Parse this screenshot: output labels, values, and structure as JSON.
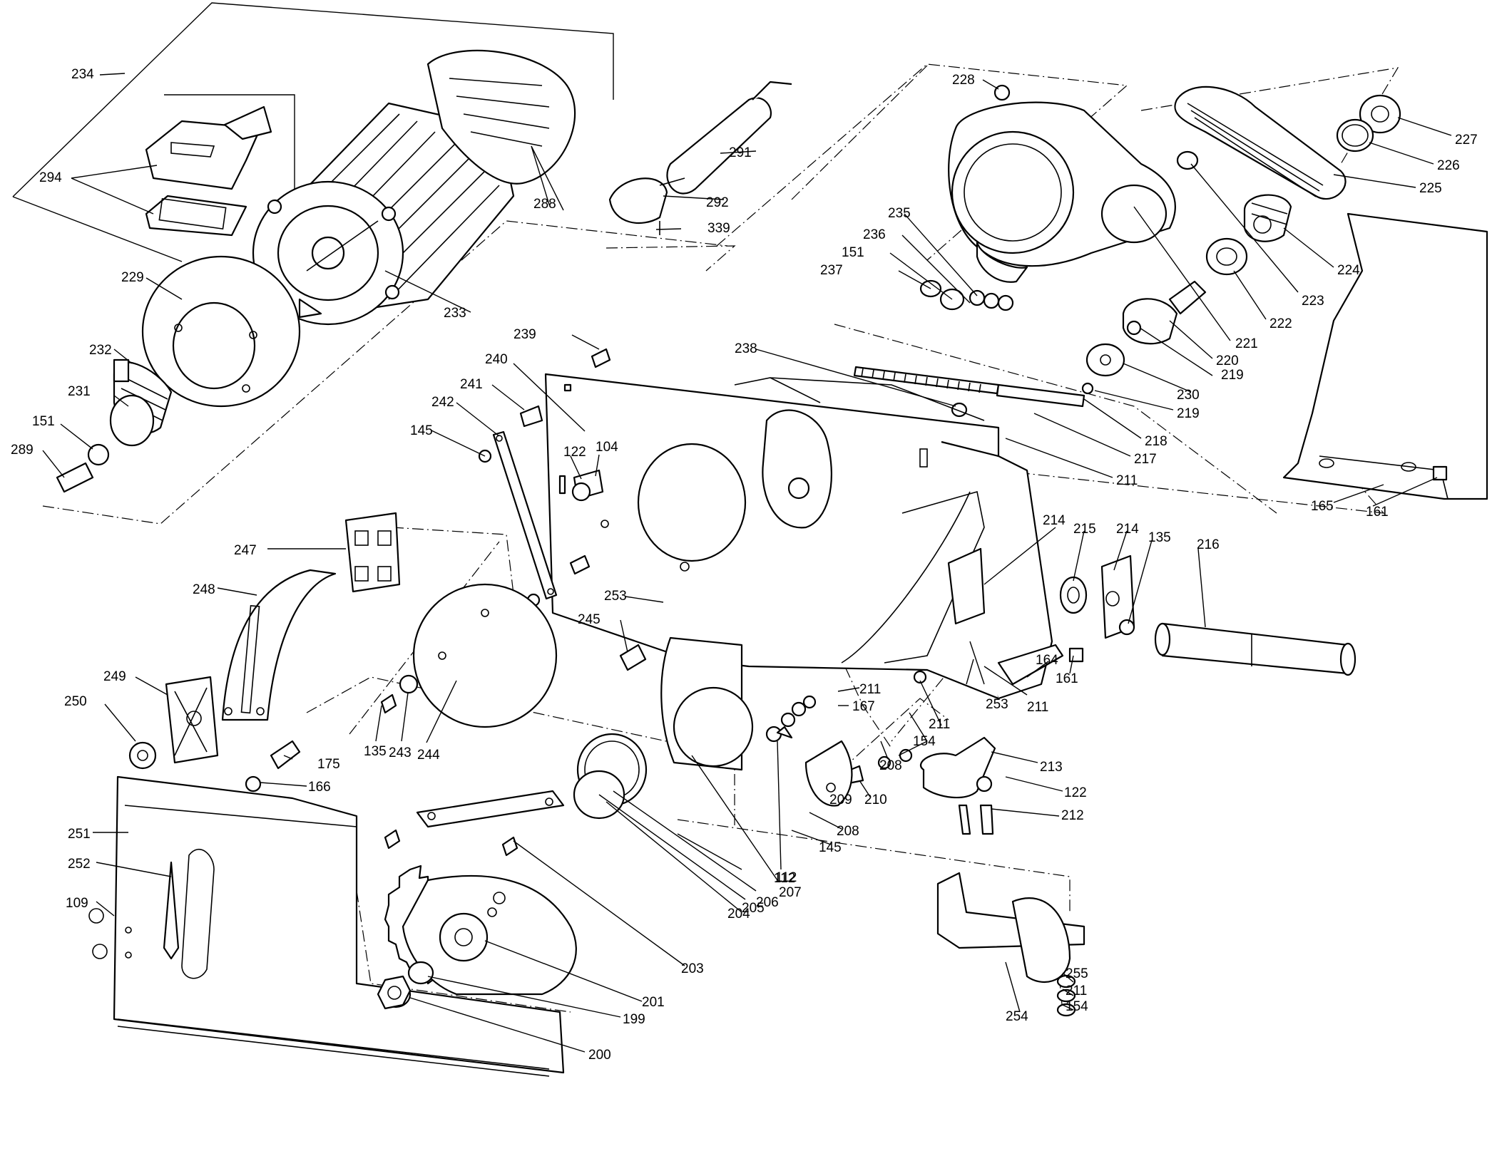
{
  "labels": [
    "234",
    "294",
    "229",
    "232",
    "231",
    "151",
    "289",
    "288",
    "233",
    "291",
    "292",
    "339",
    "228",
    "235",
    "236",
    "151",
    "237",
    "227",
    "226",
    "225",
    "224",
    "223",
    "222",
    "221",
    "220",
    "219",
    "230",
    "219",
    "239",
    "240",
    "241",
    "242",
    "145",
    "122",
    "104",
    "238",
    "218",
    "217",
    "211",
    "247",
    "248",
    "253",
    "245",
    "249",
    "250",
    "175",
    "166",
    "135",
    "243",
    "244",
    "214",
    "215",
    "214",
    "135",
    "216",
    "165",
    "161",
    "164",
    "161",
    "211",
    "167",
    "211",
    "154",
    "208",
    "210",
    "209",
    "208",
    "145",
    "112",
    "253",
    "211",
    "213",
    "122",
    "212",
    "251",
    "252",
    "109",
    "205",
    "203",
    "204",
    "206",
    "207",
    "112",
    "201",
    "199",
    "200",
    "254",
    "255",
    "211",
    "154"
  ]
}
